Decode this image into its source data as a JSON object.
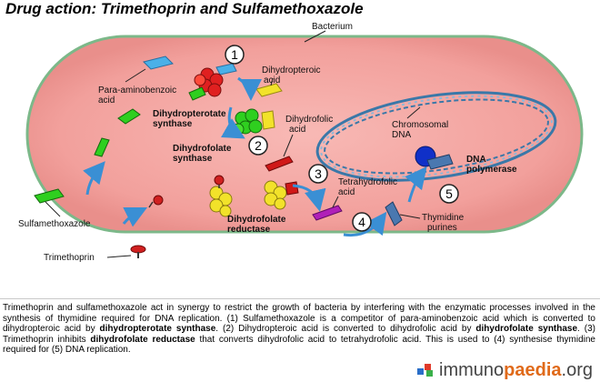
{
  "title": "Drug action: Trimethoprin and Sulfamethoxazole",
  "labels": {
    "bacterium": "Bacterium",
    "paba_line1": "Para-aminobenzoic",
    "paba_line2": "acid",
    "dihydropteroic_line1": "Dihydropteroic",
    "dihydropteroic_line2": "acid",
    "dhps_line1": "Dihydropterotate",
    "dhps_line2": "synthase",
    "dihydrofolic_line1": "Dihydrofolic",
    "dihydrofolic_line2": "acid",
    "dhfs_line1": "Dihydrofolate",
    "dhfs_line2": "synthase",
    "chromosomal_line1": "Chromosomal",
    "chromosomal_line2": "DNA",
    "dnapol_line1": "DNA",
    "dnapol_line2": "polymerase",
    "tetrahydrofolic_line1": "Tetrahydrofolic",
    "tetrahydrofolic_line2": "acid",
    "dhfr_line1": "Dihydrofolate",
    "dhfr_line2": "reductase",
    "thymidine_line1": "Thymidine",
    "thymidine_line2": "purines",
    "sulfamethoxazole": "Sulfamethoxazole",
    "trimethoprin": "Trimethoprin"
  },
  "steps": [
    "1",
    "2",
    "3",
    "4",
    "5"
  ],
  "caption": {
    "p1": "Trimethoprin and sulfamethoxazole act in synergy to restrict the growth of bacteria by interfering with the enzymatic processes involved in the synthesis of thymidine required for DNA replication. (1) Sulfamethoxazole is a competitor of para-aminobenzoic acid which is converted to dihydropteroic acid by ",
    "b1": "dihydropterotate synthase",
    "p2": ". (2) Dihydropteroic acid is converted to dihydrofolic acid by ",
    "b2": "dihydrofolate synthase",
    "p3": ". (3) Trimethoprin inhibits ",
    "b3": "dihydrofolate reductase",
    "p4": " that converts dihydrofolic acid to tetrahydrofolic acid. This is used to (4) synthesise thymidine required for (5) DNA replication."
  },
  "logo": {
    "part1": "immuno",
    "part2": "paedia",
    "part3": ".org"
  },
  "colors": {
    "cell_fill": "#f3a3a0",
    "cell_border": "#7cb889",
    "arrow": "#3a8fd4",
    "dna": "#3a78a8",
    "enzyme_red": "#e02020",
    "enzyme_green": "#2fcf1f",
    "enzyme_yellow": "#f2e22a",
    "dna_polymerase": "#1030c8"
  }
}
